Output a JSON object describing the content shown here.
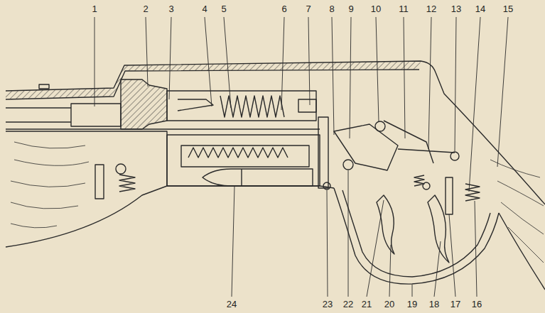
{
  "diagram": {
    "labels": [
      "1",
      "2",
      "3",
      "4",
      "5",
      "6",
      "7",
      "8",
      "9",
      "10",
      "11",
      "12",
      "13",
      "14",
      "15",
      "24",
      "23",
      "22",
      "21",
      "20",
      "19",
      "18",
      "17",
      "16"
    ]
  }
}
